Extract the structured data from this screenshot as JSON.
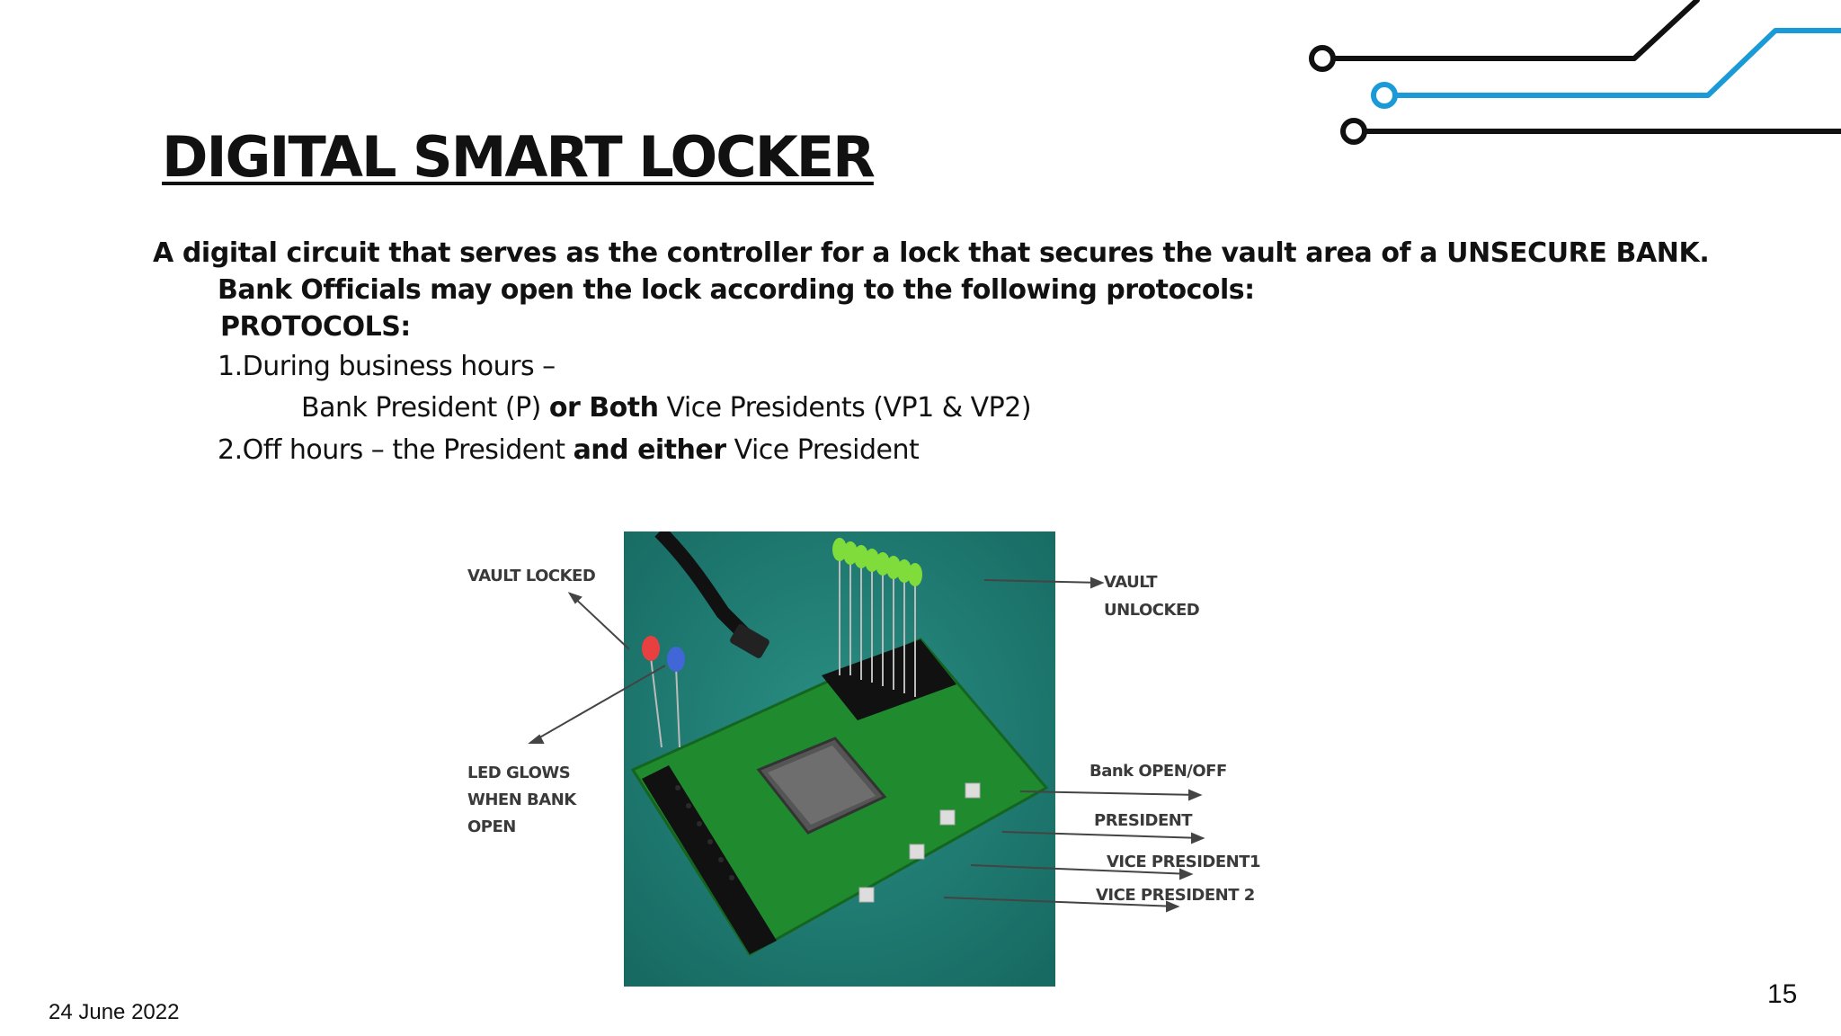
{
  "slide": {
    "title": "DIGITAL SMART LOCKER",
    "intro_line1": "A digital circuit that serves as the controller for a lock that secures the vault area of a UNSECURE BANK.",
    "intro_line2": "Bank Officials may open the lock according to the following protocols:",
    "protocols_heading": "PROTOCOLS:",
    "protocol1_label": "1.During business hours –",
    "protocol1_detail_a": "Bank President (P) ",
    "protocol1_detail_b": "or Both",
    "protocol1_detail_c": " Vice Presidents (VP1 & VP2)",
    "protocol2_a": "2.Off hours – the President ",
    "protocol2_b": "and either",
    "protocol2_c": " Vice President"
  },
  "figure": {
    "labels": {
      "vault_locked": "VAULT LOCKED",
      "vault_unlocked_1": "VAULT",
      "vault_unlocked_2": "UNLOCKED",
      "led_glows_1": "LED GLOWS",
      "led_glows_2": "WHEN BANK",
      "led_glows_3": "OPEN",
      "bank_open_off": "Bank OPEN/OFF",
      "president": "PRESIDENT",
      "vice_president1": "VICE PRESIDENT1",
      "vice_president2": "VICE PRESIDENT 2"
    }
  },
  "footer": {
    "date": "24 June 2022",
    "page_number": "15"
  },
  "colors": {
    "circuit_black": "#111111",
    "circuit_blue": "#1a9ad6",
    "board_green": "#1f8a2e",
    "mat_teal": "#1e7b72"
  }
}
